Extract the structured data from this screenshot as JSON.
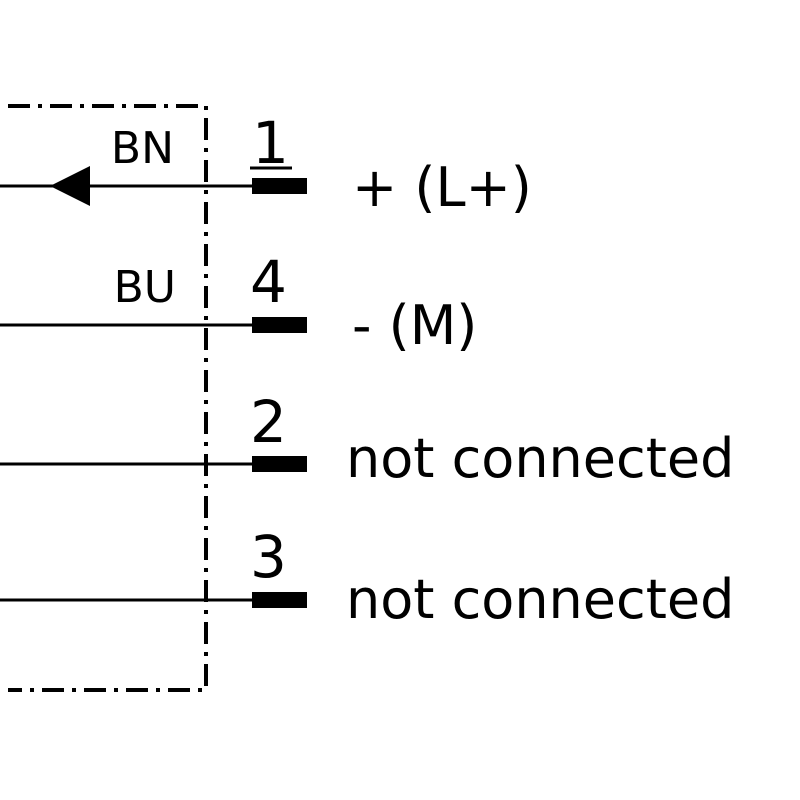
{
  "diagram": {
    "pins": [
      {
        "number": "1",
        "wire_color": "BN",
        "function": "+ (L+)",
        "arrow": true
      },
      {
        "number": "4",
        "wire_color": "BU",
        "function": "- (M)",
        "arrow": false
      },
      {
        "number": "2",
        "wire_color": "",
        "function": "not connected",
        "arrow": false
      },
      {
        "number": "3",
        "wire_color": "",
        "function": "not connected",
        "arrow": false
      }
    ]
  }
}
